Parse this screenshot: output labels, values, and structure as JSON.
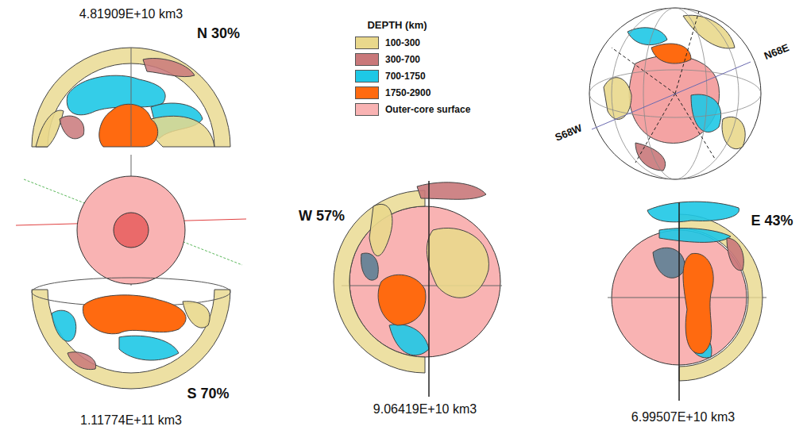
{
  "diagram": {
    "labels": [
      "4.81909E+10 km3",
      "DEPTH (km)",
      "N68E",
      "N 30%",
      "S68W",
      "W 57%",
      "E 43%",
      "S 70%",
      "1.11774E+11 km3",
      "9.06419E+10 km3",
      "6.99507E+10 km3"
    ],
    "legend": [
      {
        "text": "100-300",
        "color": "#e9d88c"
      },
      {
        "text": "300-700",
        "color": "#c9787a"
      },
      {
        "text": "700-1750",
        "color": "#1ec8e6"
      },
      {
        "text": "1750-2900",
        "color": "#ff6a10"
      },
      {
        "text": "Outer-core surface",
        "color": "#f9b3b3"
      }
    ]
  }
}
